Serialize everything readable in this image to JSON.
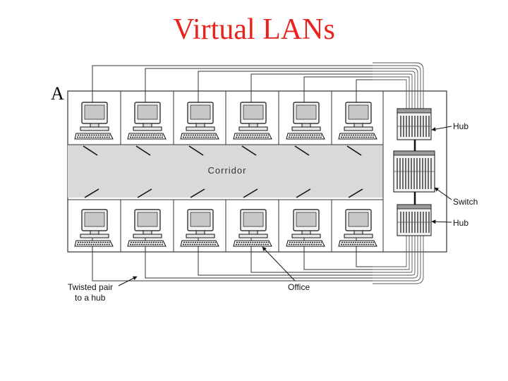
{
  "title": "Virtual LANs",
  "corner_letter": "A",
  "labels": {
    "corridor": "Corridor",
    "hub_top": "Hub",
    "switch": "Switch",
    "hub_bottom": "Hub",
    "twisted_pair_line1": "Twisted pair",
    "twisted_pair_line2": "to a hub",
    "office": "Office"
  },
  "top_offices": 6,
  "bottom_offices": 6,
  "colors": {
    "title": "#e8231c",
    "corridor": "#d9d9d9",
    "lines": "#222222"
  }
}
